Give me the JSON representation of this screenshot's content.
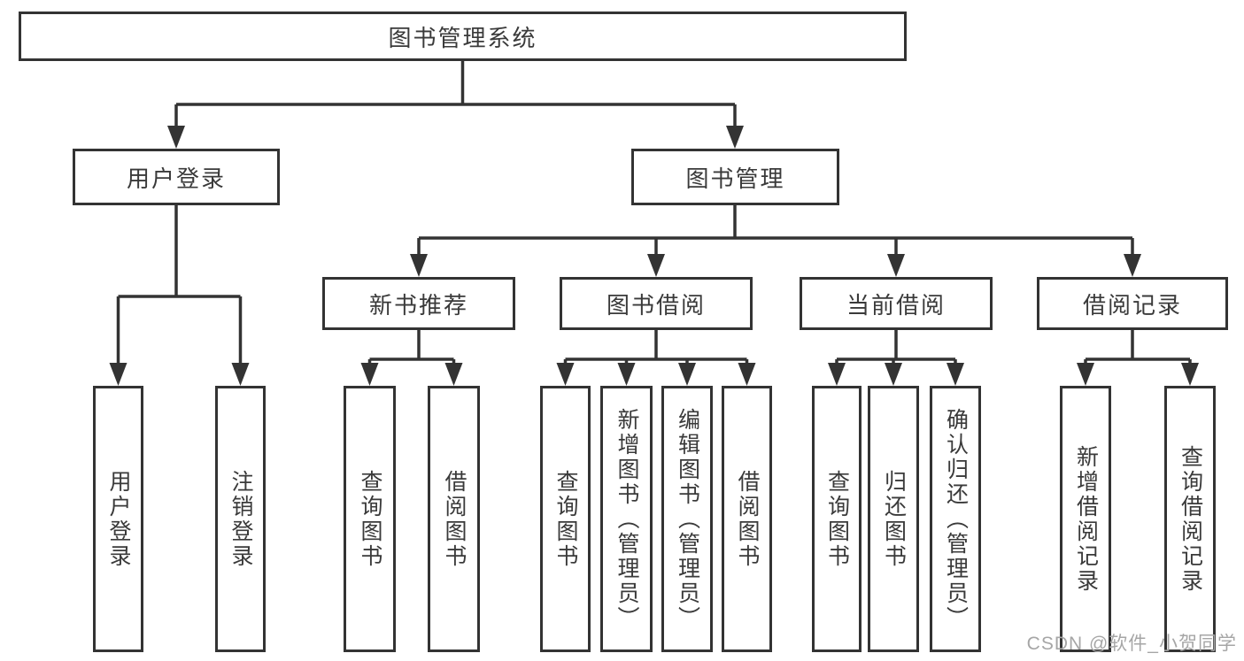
{
  "tree": {
    "label": "图书管理系统",
    "children": [
      {
        "label": "用户登录",
        "children": [
          {
            "label": "用户登录"
          },
          {
            "label": "注销登录"
          }
        ]
      },
      {
        "label": "图书管理",
        "children": [
          {
            "label": "新书推荐",
            "children": [
              {
                "label": "查询图书"
              },
              {
                "label": "借阅图书"
              }
            ]
          },
          {
            "label": "图书借阅",
            "children": [
              {
                "label": "查询图书"
              },
              {
                "label": "新增图书（管理员）"
              },
              {
                "label": "编辑图书（管理员）"
              },
              {
                "label": "借阅图书"
              }
            ]
          },
          {
            "label": "当前借阅",
            "children": [
              {
                "label": "查询图书"
              },
              {
                "label": "归还图书"
              },
              {
                "label": "确认归还（管理员）"
              }
            ]
          },
          {
            "label": "借阅记录",
            "children": [
              {
                "label": "新增借阅记录"
              },
              {
                "label": "查询借阅记录"
              }
            ]
          }
        ]
      }
    ]
  },
  "watermark": {
    "text": "CSDN @软件_小贺同学"
  },
  "colors": {
    "line": "#333333",
    "text": "#3a3a3a",
    "watermark": "#a6a6a6",
    "background": "#ffffff"
  }
}
